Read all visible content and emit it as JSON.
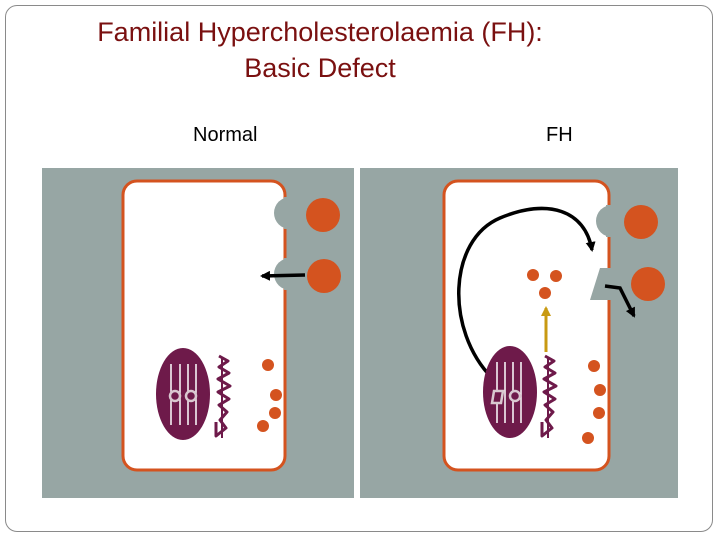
{
  "slide": {
    "title_line1": "Familial Hypercholesterolaemia (FH):",
    "title_line2": "Basic Defect"
  },
  "panels": {
    "normal_label": "Normal",
    "fh_label": "FH"
  },
  "colors": {
    "title": "#7a1010",
    "background_panel": "#97a6a4",
    "cell_border": "#d4531f",
    "nucleus": "#6e1a4a",
    "ldl_particle": "#d4531f",
    "receptor": "#97a6a4",
    "arrow_black": "#000000",
    "arrow_gold": "#c89a12"
  }
}
